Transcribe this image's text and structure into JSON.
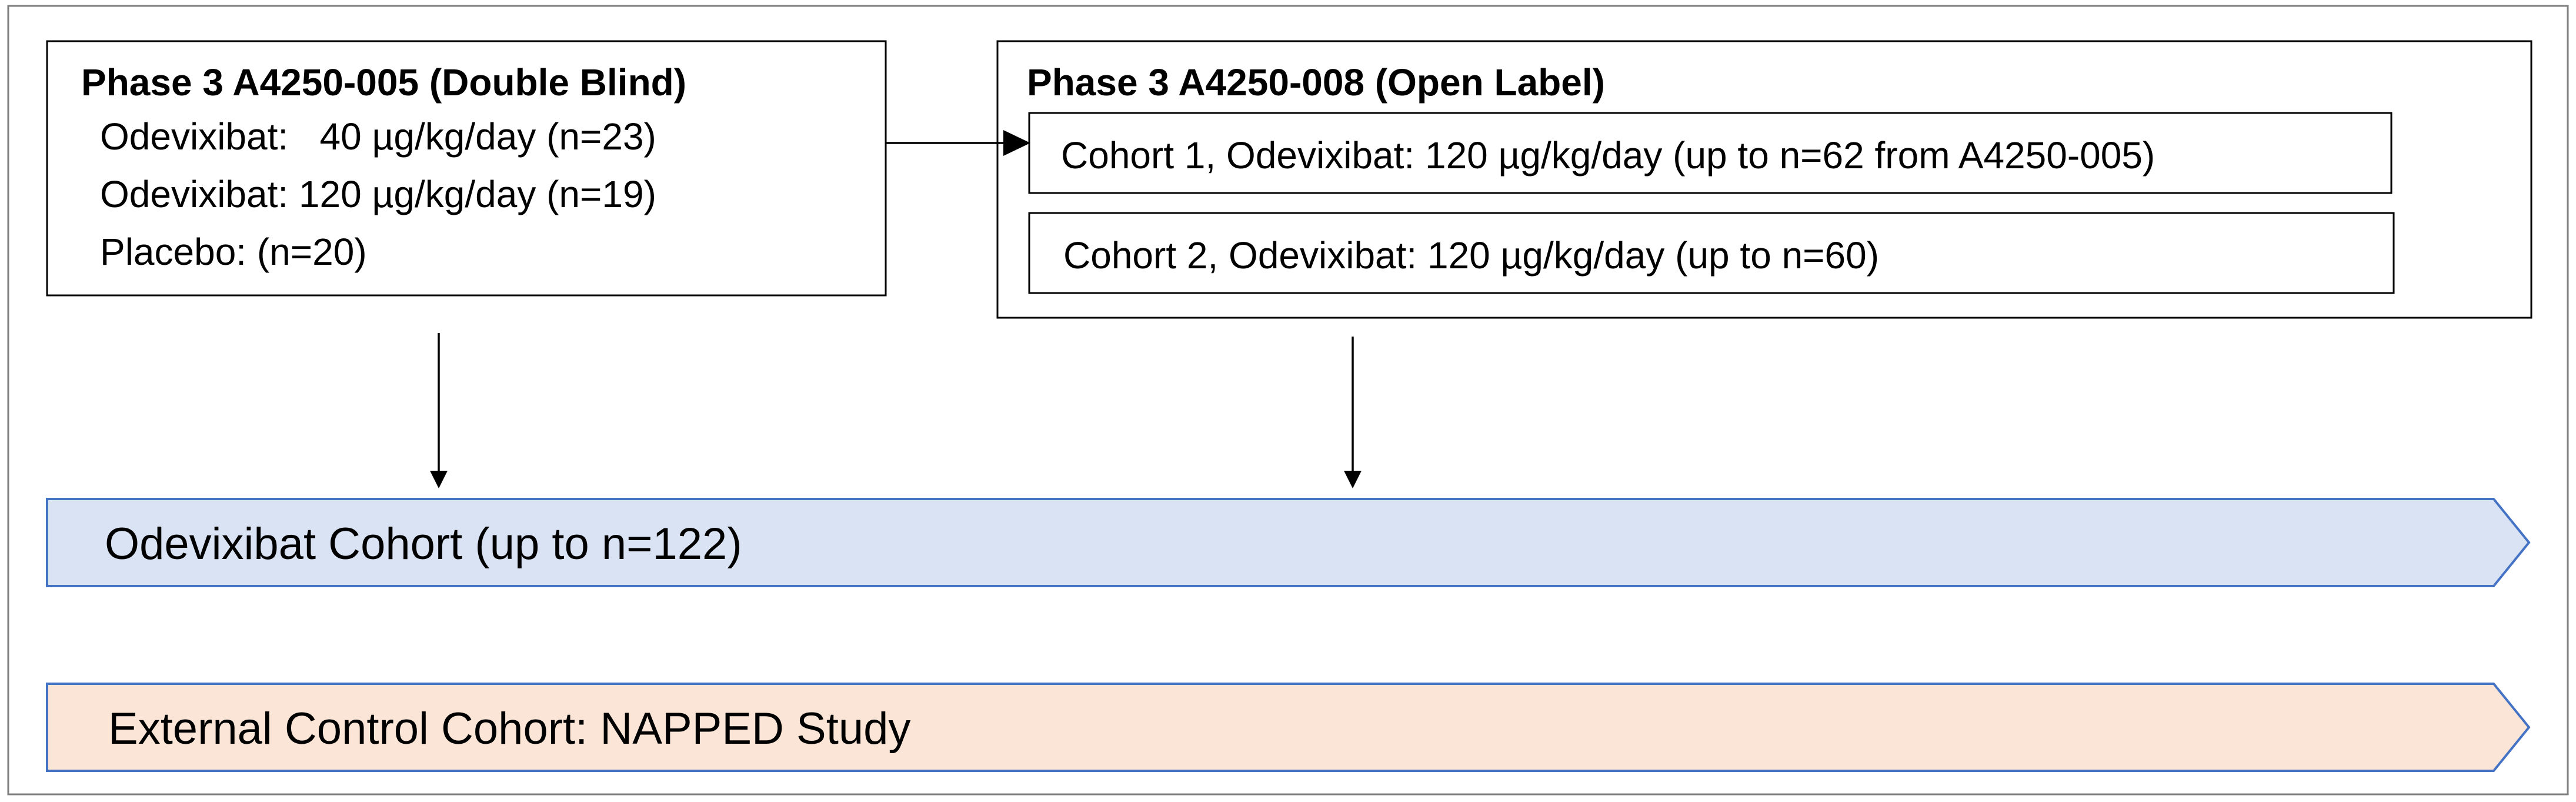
{
  "study_005": {
    "title": "Phase 3 A4250-005 (Double Blind)",
    "lines": [
      "Odevixibat:   40 µg/kg/day (n=23)",
      "Odevixibat: 120 µg/kg/day (n=19)",
      "Placebo: (n=20)"
    ]
  },
  "study_008": {
    "title": "Phase 3 A4250-008 (Open Label)",
    "cohorts": [
      "Cohort 1, Odevixibat: 120 µg/kg/day (up to n=62 from A4250-005)",
      "Cohort 2, Odevixibat: 120 µg/kg/day (up to n=60)"
    ]
  },
  "arrows": {
    "odevixibat": {
      "label": "Odevixibat Cohort (up to n=122)",
      "fill": "#dae3f3",
      "stroke": "#4472c4"
    },
    "external": {
      "label": "External Control Cohort: NAPPED Study",
      "fill": "#fbe5d6",
      "stroke": "#4472c4"
    }
  }
}
